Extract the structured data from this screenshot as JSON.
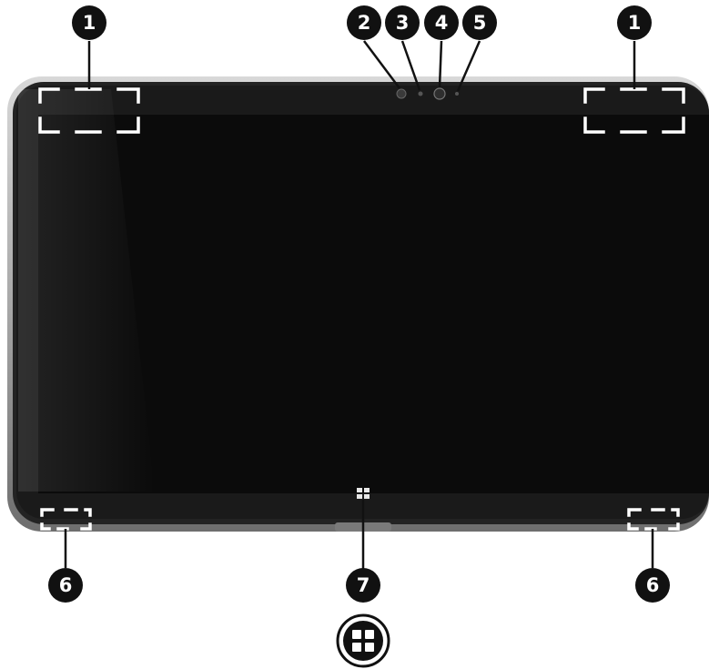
{
  "figure": {
    "callouts": [
      {
        "id": "c1-left",
        "number": "1"
      },
      {
        "id": "c2",
        "number": "2"
      },
      {
        "id": "c3",
        "number": "3"
      },
      {
        "id": "c4",
        "number": "4"
      },
      {
        "id": "c5",
        "number": "5"
      },
      {
        "id": "c1-right",
        "number": "1"
      },
      {
        "id": "c6-left",
        "number": "6"
      },
      {
        "id": "c7",
        "number": "7"
      },
      {
        "id": "c6-right",
        "number": "6"
      }
    ],
    "colors": {
      "screen": "#0b0b0b",
      "bezel": "#2b2b2b",
      "frame": "#9a9a9a",
      "callout_fill": "#111111",
      "marker": "#ffffff",
      "background": "#ffffff"
    },
    "icons": [
      "windows-logo-icon",
      "windows-button-icon"
    ]
  }
}
